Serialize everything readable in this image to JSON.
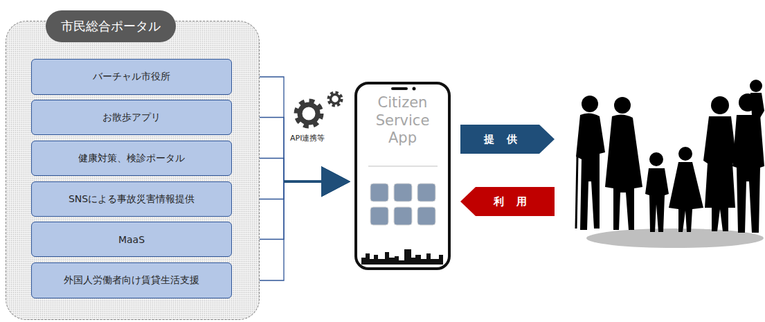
{
  "diagram": {
    "nodes": [
      {
        "text": [
          "市民総合ポータル"
        ]
      },
      {
        "text": [
          "バーチャル市役所"
        ],
        "in": 0
      },
      {
        "text": [
          "お散歩アプリ"
        ],
        "in": 0
      },
      {
        "text": [
          "健康対策、検診ポータル"
        ],
        "in": 0
      },
      {
        "text": [
          "SNSによる事故災害情報提供"
        ],
        "in": 0
      },
      {
        "text": [
          "MaaS"
        ],
        "in": 0
      },
      {
        "text": [
          "外国人労働者向け賃貸生活支援"
        ],
        "in": 0
      },
      {
        "text": [
          "Citizen Service App"
        ]
      },
      {
        "text": [
          "提 供"
        ]
      },
      {
        "text": [
          "利 用"
        ]
      }
    ],
    "edges": [
      {
        "from": 1,
        "to": 7,
        "arrow": "to"
      },
      {
        "from": 2,
        "to": 7,
        "arrow": "to"
      },
      {
        "from": 3,
        "to": 7,
        "arrow": "to"
      },
      {
        "from": 4,
        "to": 7,
        "arrow": "to"
      },
      {
        "from": 5,
        "to": 7,
        "arrow": "to"
      },
      {
        "from": 6,
        "to": 7,
        "arrow": "to"
      }
    ],
    "labels": [
      "API連携等"
    ]
  }
}
